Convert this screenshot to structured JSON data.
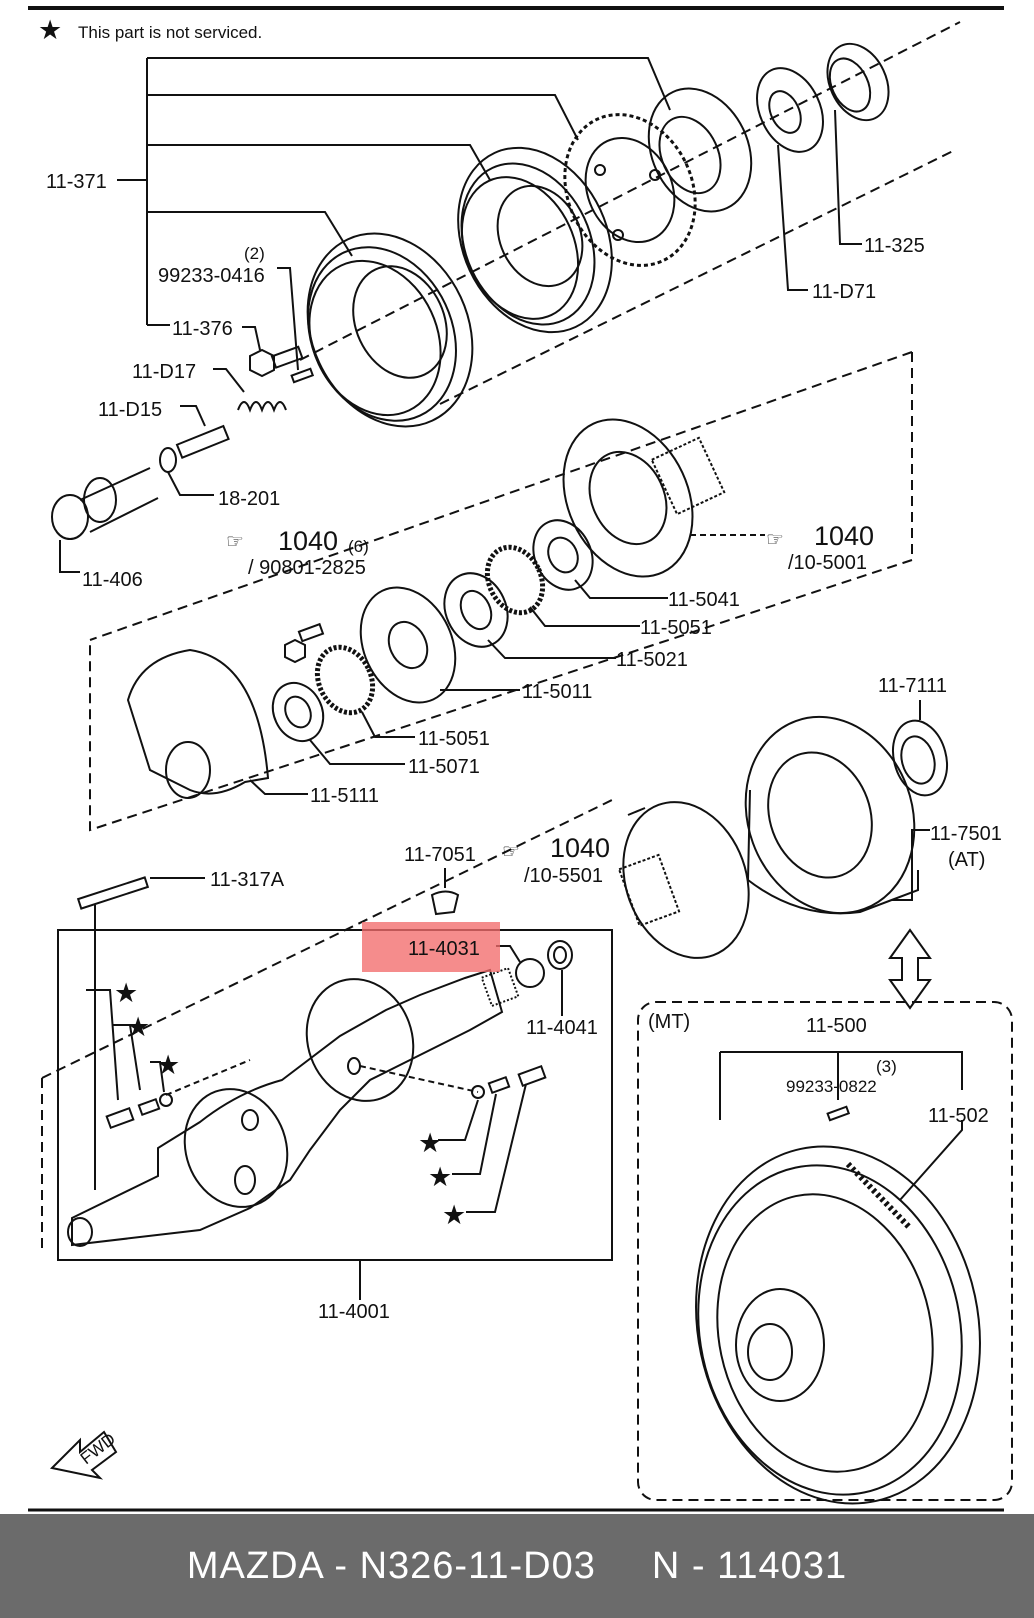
{
  "note": {
    "star": "★",
    "text": "This part is not serviced."
  },
  "labels": {
    "l_11_371": "11-371",
    "l_99233_0416_qty": "(2)",
    "l_99233_0416": "99233-0416",
    "l_11_376": "11-376",
    "l_11_D17": "11-D17",
    "l_11_D15": "11-D15",
    "l_18_201": "18-201",
    "l_11_406": "11-406",
    "l_11_325": "11-325",
    "l_11_D71": "11-D71",
    "ref_1040_a": "1040",
    "ref_1040_a_qty": "(6)",
    "ref_1040_a_sub": "/ 90801-2825",
    "ref_1040_b": "1040",
    "ref_1040_b_sub": "/10-5001",
    "l_11_5041": "11-5041",
    "l_11_5051_a": "11-5051",
    "l_11_5021": "11-5021",
    "l_11_5011": "11-5011",
    "l_11_5051_b": "11-5051",
    "l_11_5071": "11-5071",
    "l_11_5111": "11-5111",
    "l_11_7111": "11-7111",
    "l_11_7501": "11-7501",
    "l_at": "(AT)",
    "l_11_7051": "11-7051",
    "ref_1040_c": "1040",
    "ref_1040_c_sub": "/10-5501",
    "l_11_317A": "11-317A",
    "l_11_4031": "11-4031",
    "l_11_4041": "11-4041",
    "l_11_4001": "11-4001",
    "l_mt": "(MT)",
    "l_11_500": "11-500",
    "l_99233_0822_qty": "(3)",
    "l_99233_0822": "99233-0822",
    "l_11_502": "11-502",
    "fwd": "FWD"
  },
  "highlight": {
    "target": "11-4031",
    "color": "#f26b6b"
  },
  "footer": {
    "brand_part": "MAZDA - N326-11-D03",
    "ref": "N - 114031"
  },
  "colors": {
    "line": "#111111",
    "footer_bg": "#6b6b6b",
    "footer_text": "#ffffff"
  }
}
